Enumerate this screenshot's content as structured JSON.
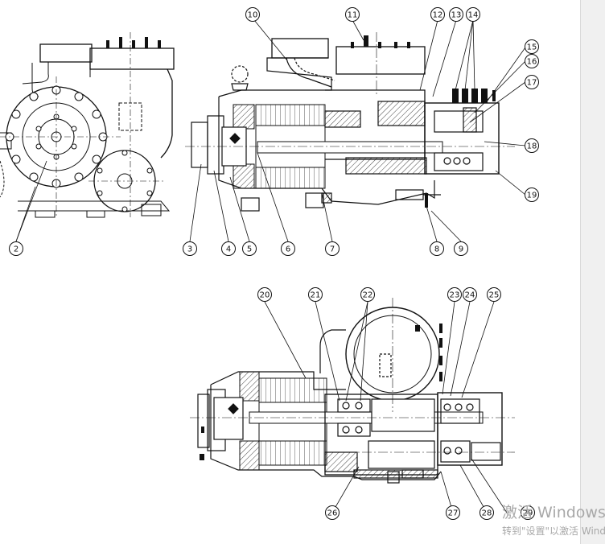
{
  "drawing": {
    "callouts": [
      "2",
      "3",
      "4",
      "5",
      "6",
      "7",
      "8",
      "9",
      "10",
      "11",
      "12",
      "13",
      "14",
      "15",
      "16",
      "17",
      "18",
      "19",
      "20",
      "21",
      "22",
      "23",
      "24",
      "25",
      "26",
      "27",
      "28",
      "29"
    ]
  },
  "os_watermark": {
    "line1": "激活 Windows",
    "line2": "转到\"设置\"以激活 Windows。"
  }
}
